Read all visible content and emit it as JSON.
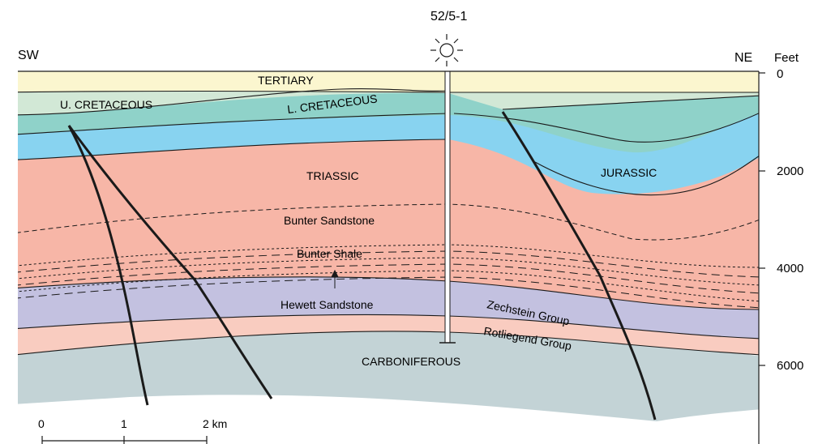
{
  "well": {
    "name": "52/5-1",
    "symbol": "sun-well-symbol"
  },
  "directions": {
    "left": "SW",
    "right": "NE"
  },
  "depth_axis": {
    "unit": "Feet",
    "ticks": [
      "0",
      "2000",
      "4000",
      "6000"
    ]
  },
  "layers": {
    "tertiary": "TERTIARY",
    "u_cretaceous": "U. CRETACEOUS",
    "l_cretaceous": "L. CRETACEOUS",
    "triassic": "TRIASSIC",
    "jurassic": "JURASSIC",
    "bunter_sandstone": "Bunter Sandstone",
    "bunter_shale": "Bunter Shale",
    "hewett_sandstone": "Hewett Sandstone",
    "zechstein": "Zechstein Group",
    "rotliegend": "Rotliegend Group",
    "carboniferous": "CARBONIFEROUS"
  },
  "scale_bar": {
    "ticks": [
      "0",
      "1",
      "2 km"
    ]
  },
  "colors": {
    "tertiary": "#fbf6cf",
    "u_cretaceous": "#d2e8d6",
    "l_cretaceous": "#8fd2c9",
    "jurassic_blue": "#88d3f0",
    "triassic": "#f7b6a7",
    "zechstein": "#c3c1e0",
    "rotliegend": "#f9ccc0",
    "carboniferous": "#c3d3d6",
    "line": "#1a1a1a"
  }
}
